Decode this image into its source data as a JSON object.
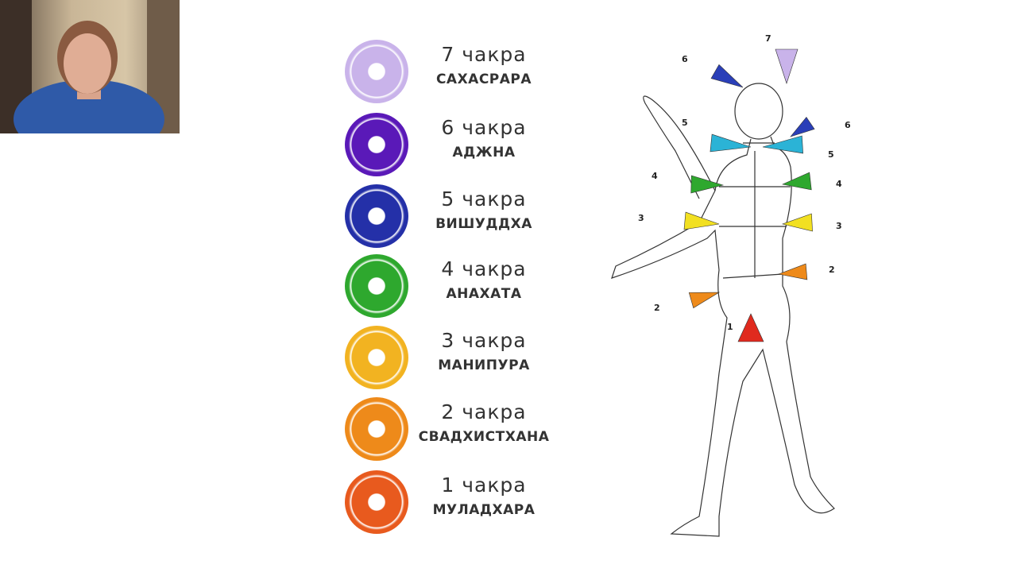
{
  "slide": {
    "chakras": [
      {
        "number": "7 чакра",
        "name": "САХАСРАРА",
        "color": "#c9b3ea"
      },
      {
        "number": "6 чакра",
        "name": "АДЖНА",
        "color": "#5a19b8"
      },
      {
        "number": "5 чакра",
        "name": "ВИШУДДХА",
        "color": "#2430a8"
      },
      {
        "number": "4 чакра",
        "name": "АНАХАТА",
        "color": "#2ea82e"
      },
      {
        "number": "3 чакра",
        "name": "МАНИПУРА",
        "color": "#f2b321"
      },
      {
        "number": "2 чакра",
        "name": "СВАДХИСТХАНА",
        "color": "#ee8a1a"
      },
      {
        "number": "1 чакра",
        "name": "МУЛАДХАРА",
        "color": "#e85a1e"
      }
    ],
    "figure_labels": [
      "7",
      "6",
      "6",
      "5",
      "5",
      "4",
      "4",
      "3",
      "3",
      "2",
      "2",
      "1"
    ]
  }
}
